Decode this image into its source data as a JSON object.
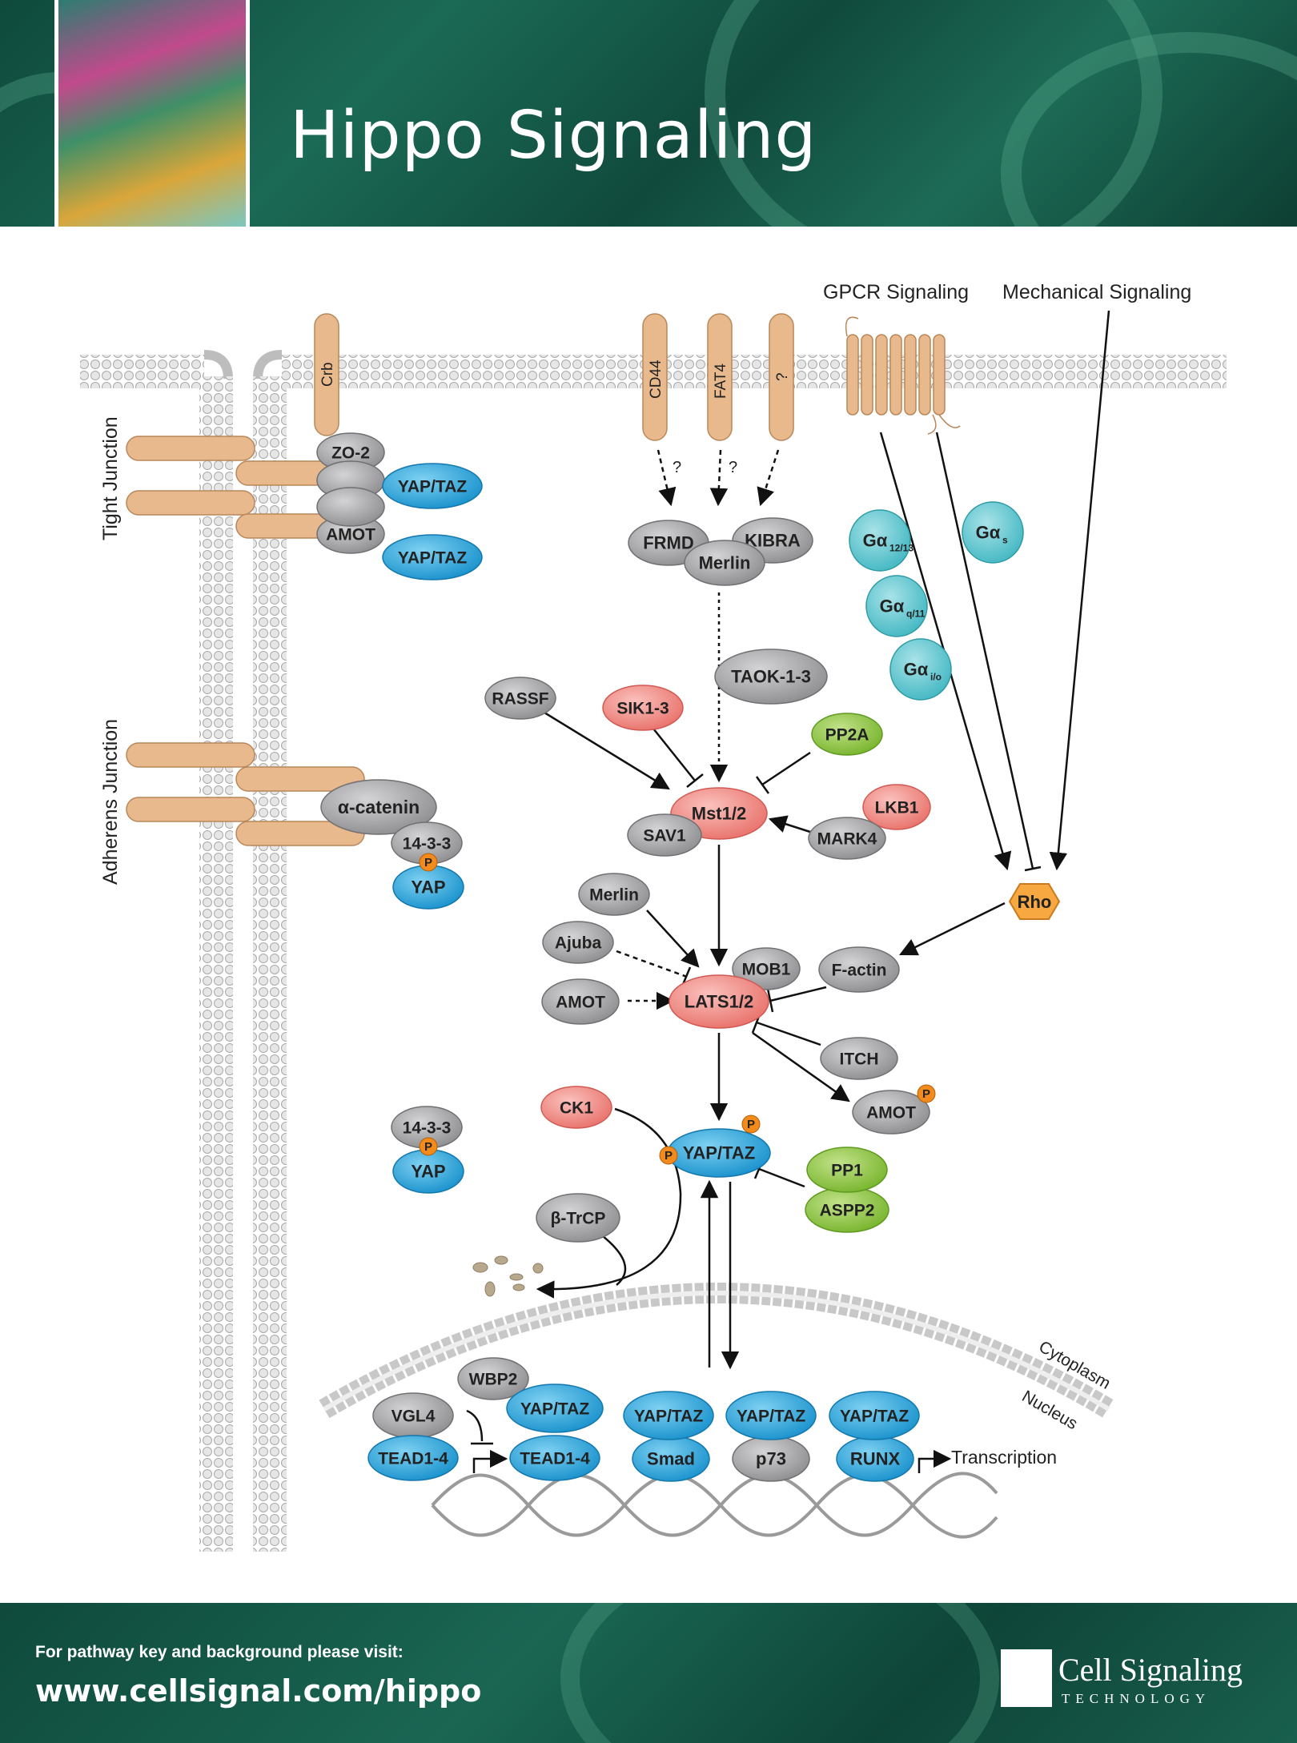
{
  "header": {
    "title": "Hippo Signaling"
  },
  "footer": {
    "visit_text": "For pathway key and background please visit:",
    "url": "www.cellsignal.com/hippo",
    "logo_name": "Cell Signaling",
    "logo_sub": "TECHNOLOGY"
  },
  "colors": {
    "grey": "#9a9a9c",
    "blue": "#2aa9e0",
    "red": "#f08d87",
    "green": "#8cc63e",
    "teal": "#5cc6cf",
    "orange": "#f7a840",
    "phospho": "#f28a1c",
    "receptor": "#e8b98c"
  },
  "region_labels": {
    "tight_junction": "Tight Junction",
    "adherens_junction": "Adherens Junction",
    "gpcr_signaling": "GPCR Signaling",
    "mechanical_signaling": "Mechanical Signaling",
    "cytoplasm": "Cytoplasm",
    "nucleus": "Nucleus",
    "transcription": "Transcription"
  },
  "receptors": {
    "crb": "Crb",
    "cd44": "CD44",
    "fat4": "FAT4",
    "unknown": "?"
  },
  "question_marks": {
    "q1": "?",
    "q2": "?"
  },
  "nodes": {
    "zo2": "ZO-2",
    "amot_tj": "AMOT",
    "yaptaz_tj1": "YAP/TAZ",
    "yaptaz_tj2": "YAP/TAZ",
    "acatenin": "α-catenin",
    "x1433_aj": "14-3-3",
    "yap_aj": "YAP",
    "x1433_c": "14-3-3",
    "yap_c": "YAP",
    "frmd": "FRMD",
    "merlin_c": "Merlin",
    "kibra": "KIBRA",
    "taok": "TAOK-1-3",
    "rassf": "RASSF",
    "sik": "SIK1-3",
    "pp2a": "PP2A",
    "mst": "Mst1/2",
    "sav1": "SAV1",
    "lkb1": "LKB1",
    "mark4": "MARK4",
    "merlin_l": "Merlin",
    "ajuba": "Ajuba",
    "amot_l": "AMOT",
    "mob1": "MOB1",
    "lats": "LATS1/2",
    "factin": "F-actin",
    "itch": "ITCH",
    "amot_p": "AMOT",
    "ck1": "CK1",
    "yaptaz_c": "YAP/TAZ",
    "pp1": "PP1",
    "aspp2": "ASPP2",
    "btrcp": "β-TrCP",
    "rho": "Rho",
    "g1213": "Gα",
    "g1213_sub": "12/13",
    "gs": "Gα",
    "gs_sub": "s",
    "gq11": "Gα",
    "gq11_sub": "q/11",
    "gio": "Gα",
    "gio_sub": "i/o",
    "wbp2": "WBP2",
    "vgl4": "VGL4",
    "tead_a": "TEAD1-4",
    "yaptaz_n1": "YAP/TAZ",
    "tead_b": "TEAD1-4",
    "yaptaz_n2": "YAP/TAZ",
    "smad": "Smad",
    "yaptaz_n3": "YAP/TAZ",
    "p73": "p73",
    "yaptaz_n4": "YAP/TAZ",
    "runx": "RUNX",
    "p": "P"
  }
}
